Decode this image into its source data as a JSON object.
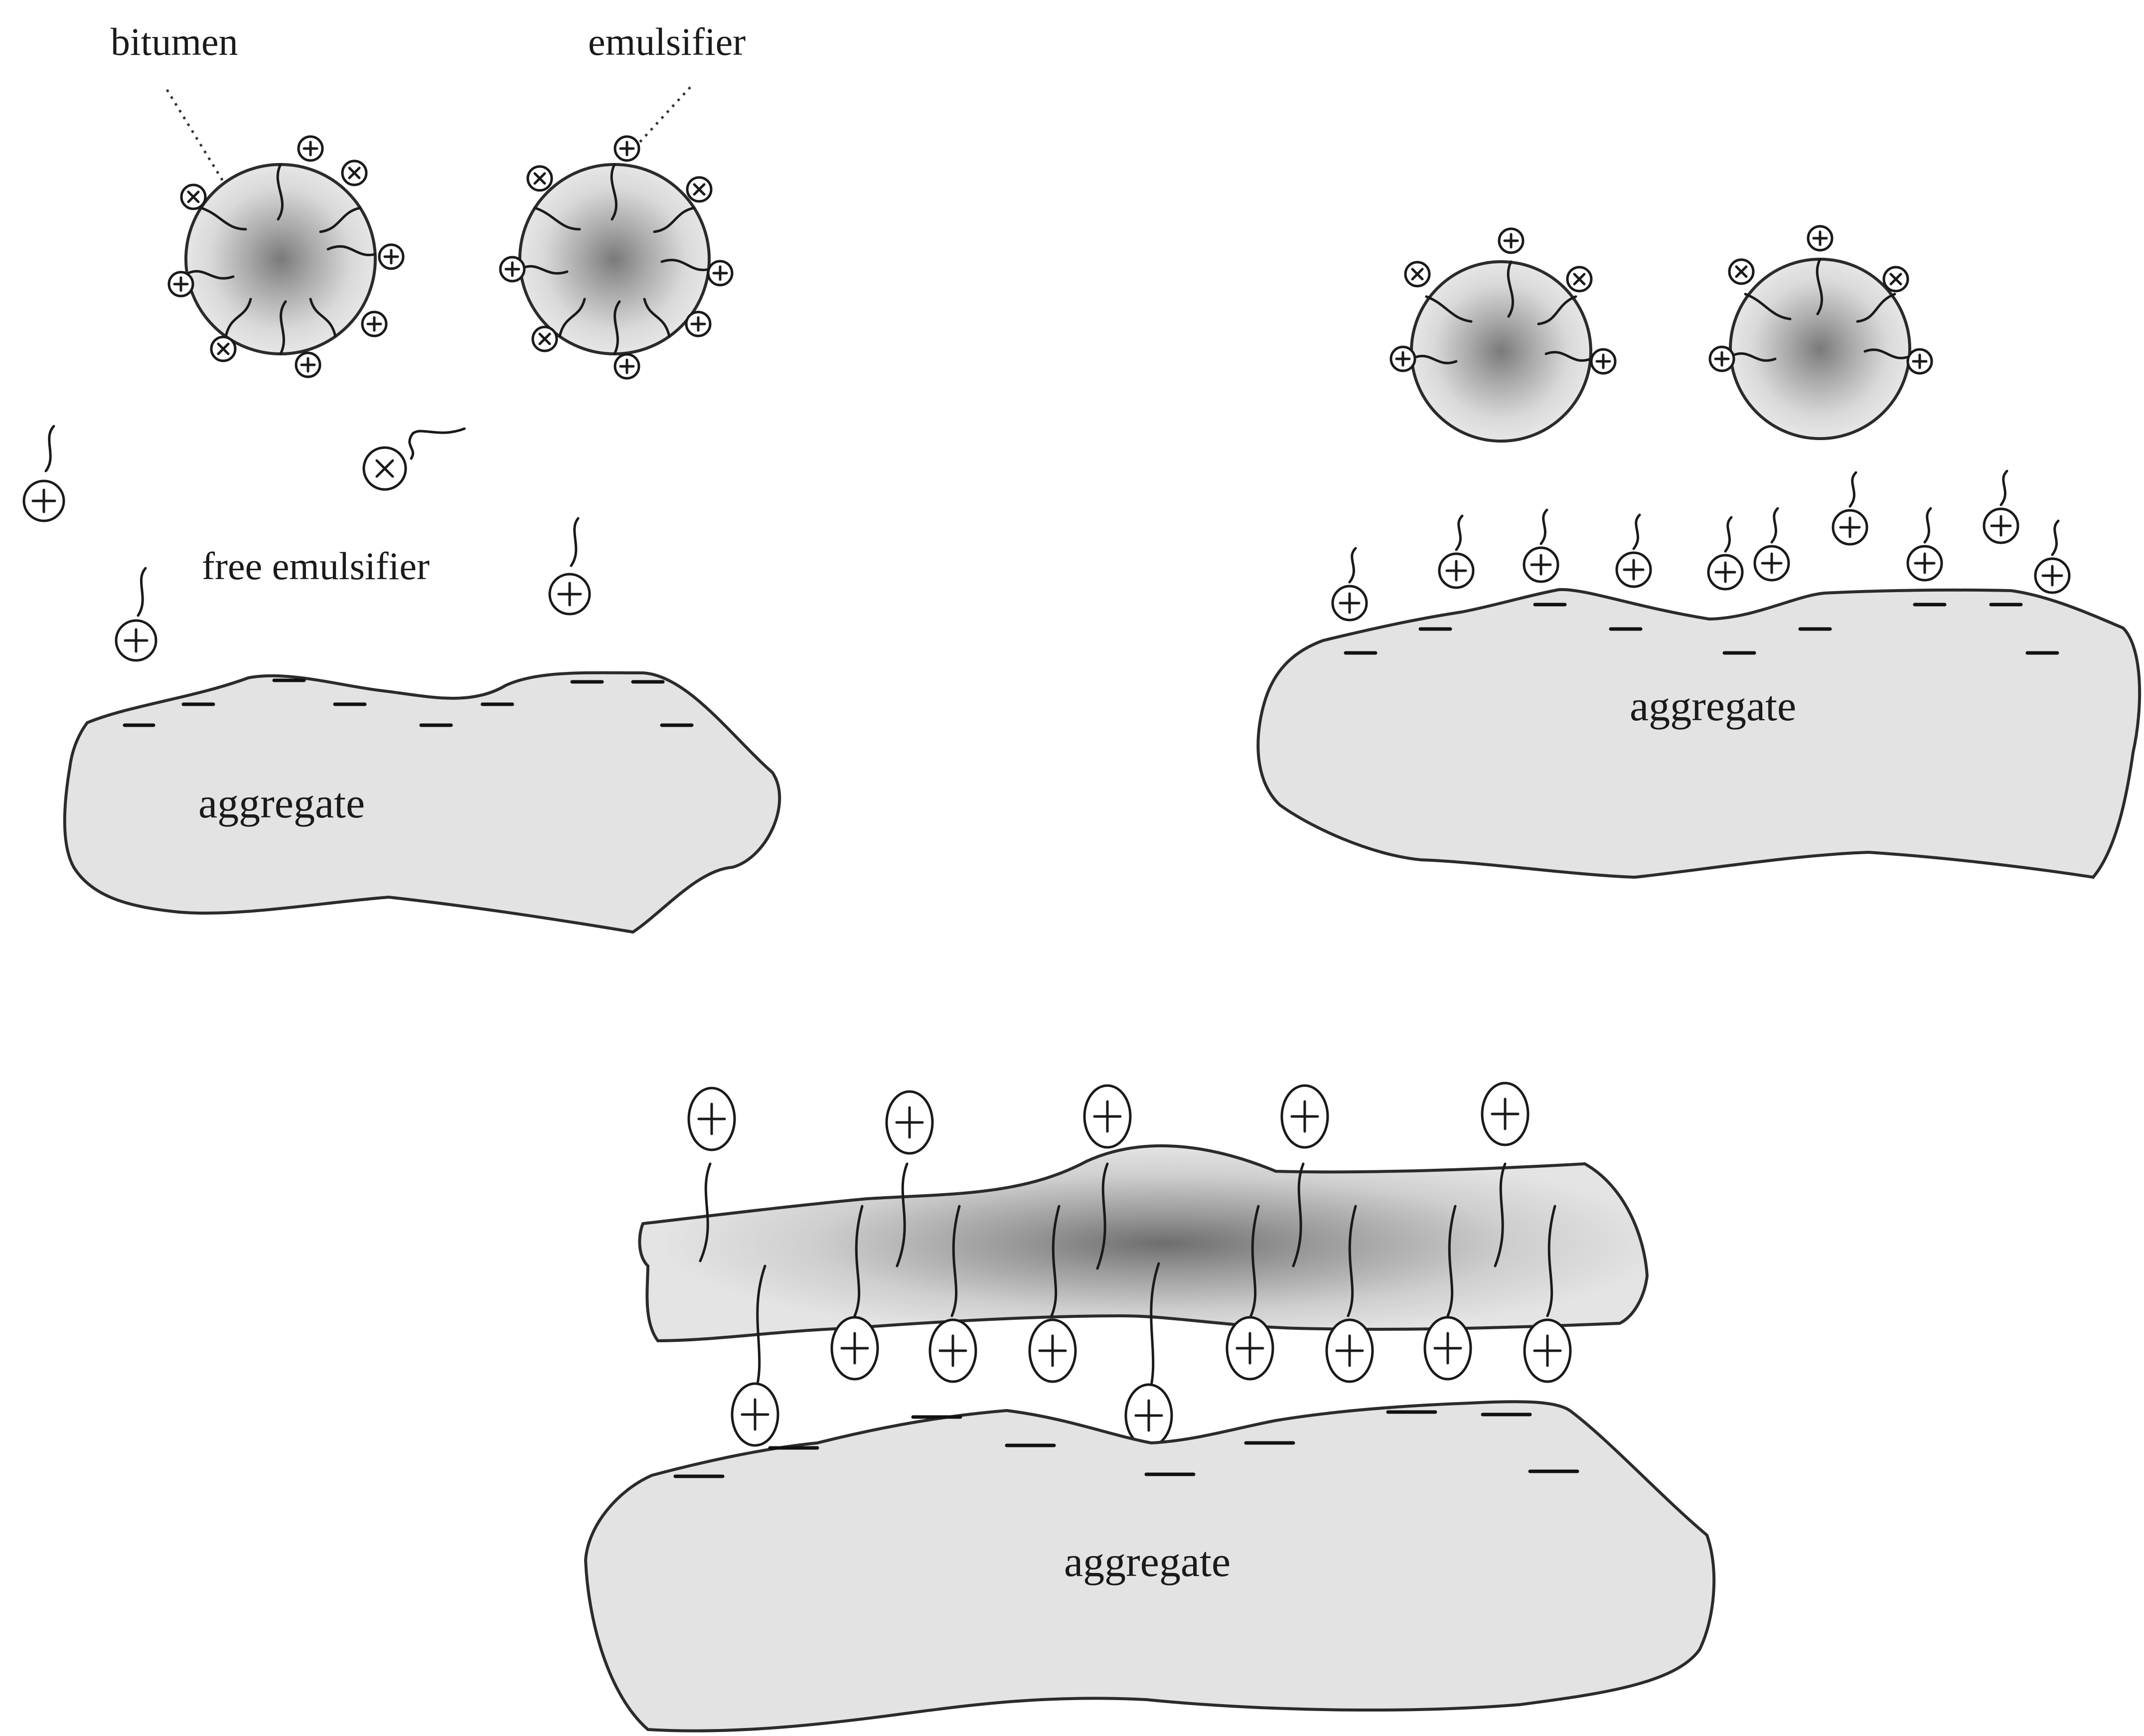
{
  "labels": {
    "bitumen": "bitumen",
    "emulsifier": "emulsifier",
    "free_emulsifier": "free emulsifier",
    "aggregate_1": "aggregate",
    "aggregate_2": "aggregate",
    "aggregate_3": "aggregate"
  },
  "colors": {
    "aggregate_fill": "#e3e3e3",
    "droplet_core": "#7a7a7a",
    "droplet_edge": "#e6e6e6",
    "outline": "#2b2b2b"
  },
  "charges": {
    "emulsifier_head": "+",
    "aggregate_surface": "−"
  }
}
